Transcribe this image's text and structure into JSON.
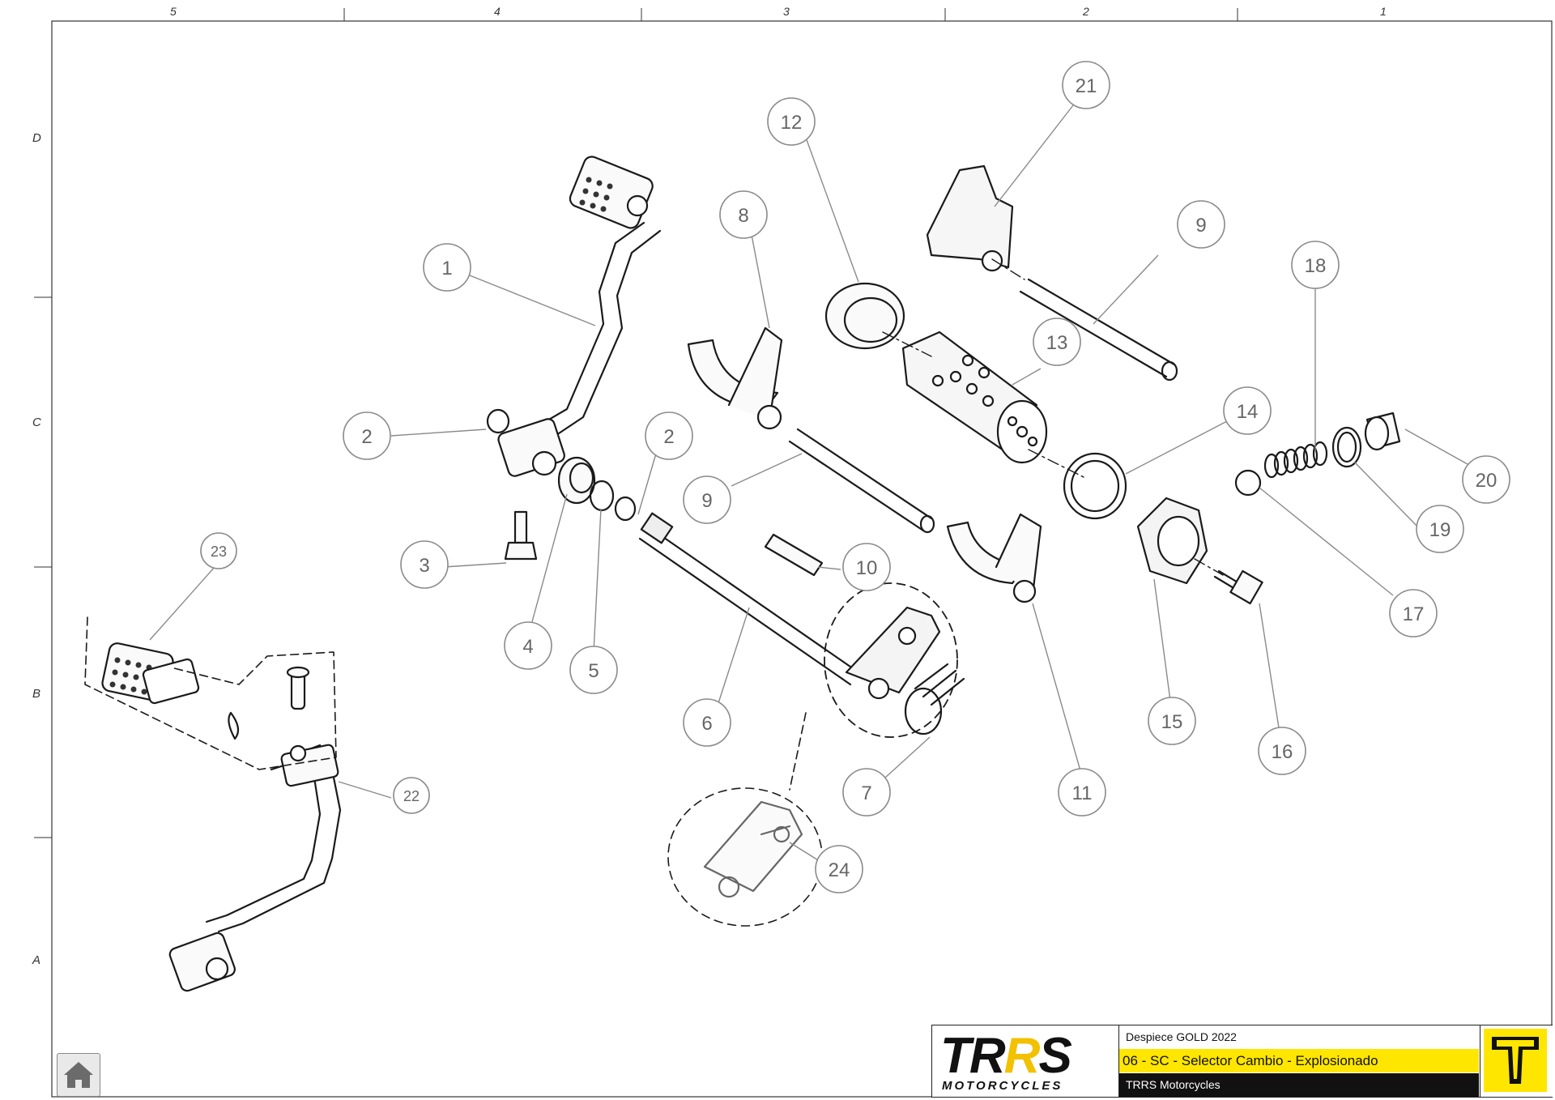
{
  "grid": {
    "columns": [
      "5",
      "4",
      "3",
      "2",
      "1"
    ],
    "rows": [
      "D",
      "C",
      "B",
      "A"
    ]
  },
  "callouts": [
    {
      "id": "1",
      "label": "1"
    },
    {
      "id": "2a",
      "label": "2"
    },
    {
      "id": "2b",
      "label": "2"
    },
    {
      "id": "3",
      "label": "3"
    },
    {
      "id": "4",
      "label": "4"
    },
    {
      "id": "5",
      "label": "5"
    },
    {
      "id": "6",
      "label": "6"
    },
    {
      "id": "7",
      "label": "7"
    },
    {
      "id": "8",
      "label": "8"
    },
    {
      "id": "9a",
      "label": "9"
    },
    {
      "id": "9b",
      "label": "9"
    },
    {
      "id": "10",
      "label": "10"
    },
    {
      "id": "11",
      "label": "11"
    },
    {
      "id": "12",
      "label": "12"
    },
    {
      "id": "13",
      "label": "13"
    },
    {
      "id": "14",
      "label": "14"
    },
    {
      "id": "15",
      "label": "15"
    },
    {
      "id": "16",
      "label": "16"
    },
    {
      "id": "17",
      "label": "17"
    },
    {
      "id": "18",
      "label": "18"
    },
    {
      "id": "19",
      "label": "19"
    },
    {
      "id": "20",
      "label": "20"
    },
    {
      "id": "21",
      "label": "21"
    },
    {
      "id": "22",
      "label": "22"
    },
    {
      "id": "23",
      "label": "23"
    },
    {
      "id": "24",
      "label": "24"
    }
  ],
  "title_block": {
    "logo_text_main_left": "TR",
    "logo_text_main_accent": "R",
    "logo_text_main_right": "S",
    "logo_text_sub": "MOTORCYCLES",
    "document": "Despiece GOLD 2022",
    "section": "06 - SC - Selector Cambio - Explosionado",
    "company": "TRRS Motorcycles"
  },
  "colors": {
    "accent_yellow": "#ffe600",
    "logo_yellow": "#f2c100",
    "line": "#222222",
    "callout_stroke": "#8a8a8a"
  },
  "icons": {
    "home": "home-icon",
    "brand": "trrs-t-logo"
  }
}
